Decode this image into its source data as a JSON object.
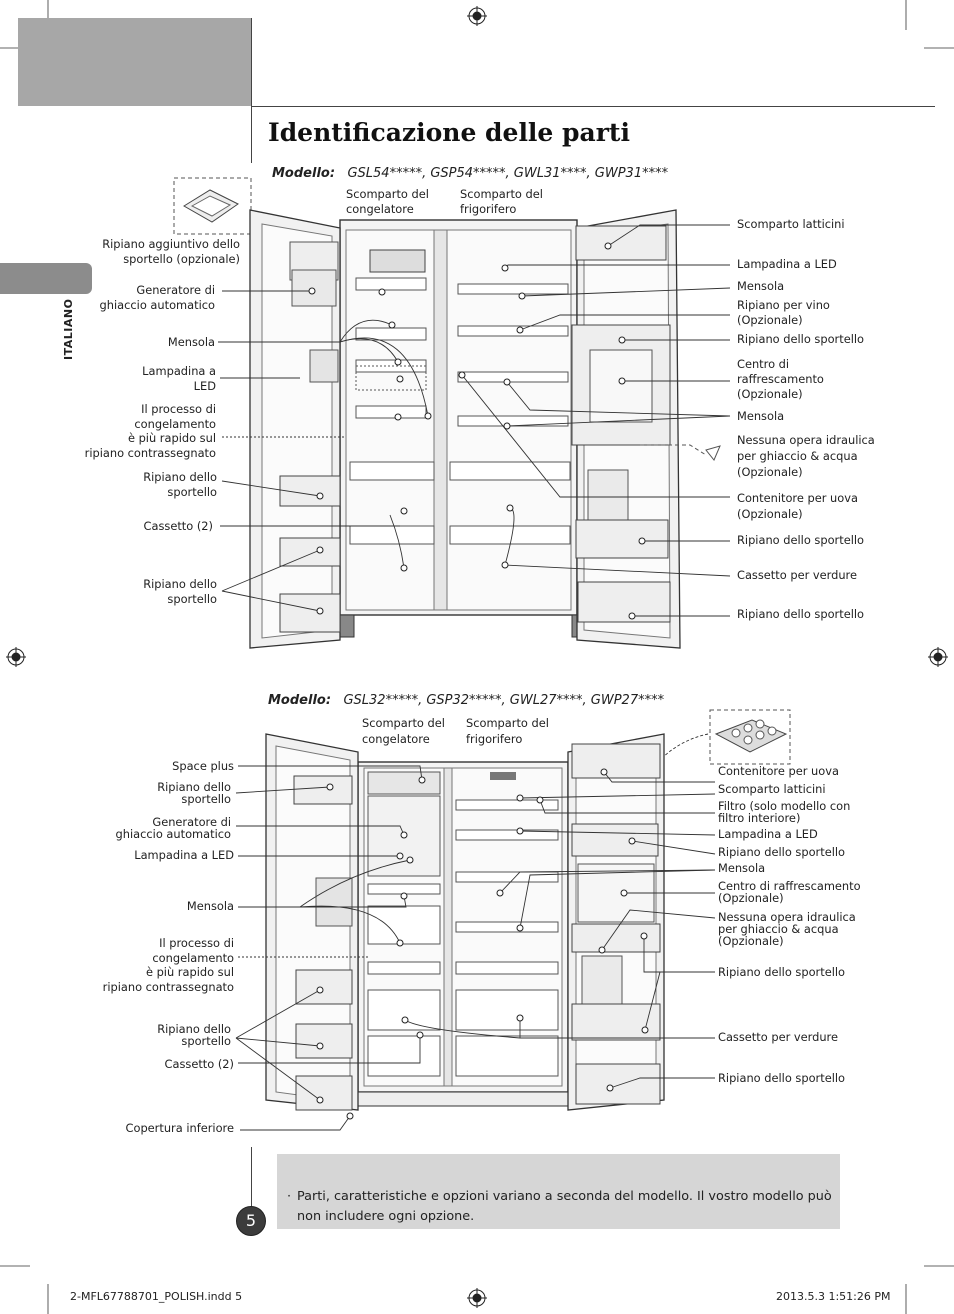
{
  "side_tab": {
    "language": "ITALIANO"
  },
  "title": "Identificazione delle parti",
  "model1": {
    "prefix": "Modello:",
    "models": "GSL54*****, GSP54*****, GWL31****, GWP31****",
    "compartment_freezer": [
      "Scomparto del",
      "congelatore"
    ],
    "compartment_fridge": [
      "Scomparto del",
      "frigorifero"
    ],
    "left_labels": {
      "extra_shelf": [
        "Ripiano aggiuntivo dello",
        "sportello (opzionale)"
      ],
      "icemaker": [
        "Generatore di",
        "ghiaccio automatico"
      ],
      "shelf": "Mensola",
      "led": [
        "Lampadina a",
        "LED"
      ],
      "fast_freeze": [
        "Il processo di",
        "congelamento",
        "è più rapido sul",
        "ripiano contrassegnato"
      ],
      "door_shelf_1": [
        "Ripiano dello",
        "sportello"
      ],
      "drawer": "Cassetto (2)",
      "door_shelf_2": [
        "Ripiano dello",
        "sportello"
      ]
    },
    "right_labels": {
      "dairy": "Scomparto latticini",
      "led": "Lampadina a LED",
      "shelf_1": "Mensola",
      "wine": [
        "Ripiano per vino",
        "(Opzionale)"
      ],
      "door_shelf_1": "Ripiano dello sportello",
      "cooling_center": [
        "Centro di",
        "raffrescamento",
        "(Opzionale)"
      ],
      "shelf_2": "Mensola",
      "no_plumbing": [
        "Nessuna opera idraulica",
        "per ghiaccio & acqua",
        "(Opzionale)"
      ],
      "egg_tray": [
        "Contenitore per uova",
        "(Opzionale)"
      ],
      "door_shelf_2": "Ripiano dello sportello",
      "vegetable": "Cassetto per verdure",
      "door_shelf_3": "Ripiano dello sportello"
    }
  },
  "model2": {
    "prefix": "Modello:",
    "models": "GSL32*****, GSP32*****, GWL27****, GWP27****",
    "compartment_freezer": [
      "Scomparto del",
      "congelatore"
    ],
    "compartment_fridge": [
      "Scomparto del",
      "frigorifero"
    ],
    "left_labels": {
      "space_plus": "Space plus",
      "door_shelf_1": [
        "Ripiano dello",
        "sportello"
      ],
      "icemaker": [
        "Generatore di",
        "ghiaccio automatico"
      ],
      "led": "Lampadina a LED",
      "shelf": "Mensola",
      "fast_freeze": [
        "Il processo di",
        "congelamento",
        "è più rapido sul",
        "ripiano contrassegnato"
      ],
      "door_shelf_2": [
        "Ripiano dello",
        "sportello"
      ],
      "drawer": "Cassetto (2)",
      "bottom_cover": "Copertura inferiore"
    },
    "right_labels": {
      "egg_tray": "Contenitore per uova",
      "dairy": "Scomparto latticini",
      "filter": [
        "Filtro (solo modello con",
        "filtro interiore)"
      ],
      "led": "Lampadina a LED",
      "door_shelf_1": "Ripiano dello sportello",
      "shelf": "Mensola",
      "cooling_center": [
        "Centro di raffrescamento",
        "(Opzionale)"
      ],
      "no_plumbing": [
        "Nessuna opera idraulica",
        "per ghiaccio & acqua",
        "(Opzionale)"
      ],
      "door_shelf_2": "Ripiano dello sportello",
      "vegetable": "Cassetto per verdure",
      "door_shelf_3": "Ripiano dello sportello"
    }
  },
  "note": "Parti, caratteristiche e opzioni variano a seconda del modello. Il vostro modello può non includere ogni opzione.",
  "page_number": "5",
  "footer": {
    "file": "2-MFL67788701_POLISH.indd   5",
    "date": "2013.5.3   1:51:26 PM"
  }
}
